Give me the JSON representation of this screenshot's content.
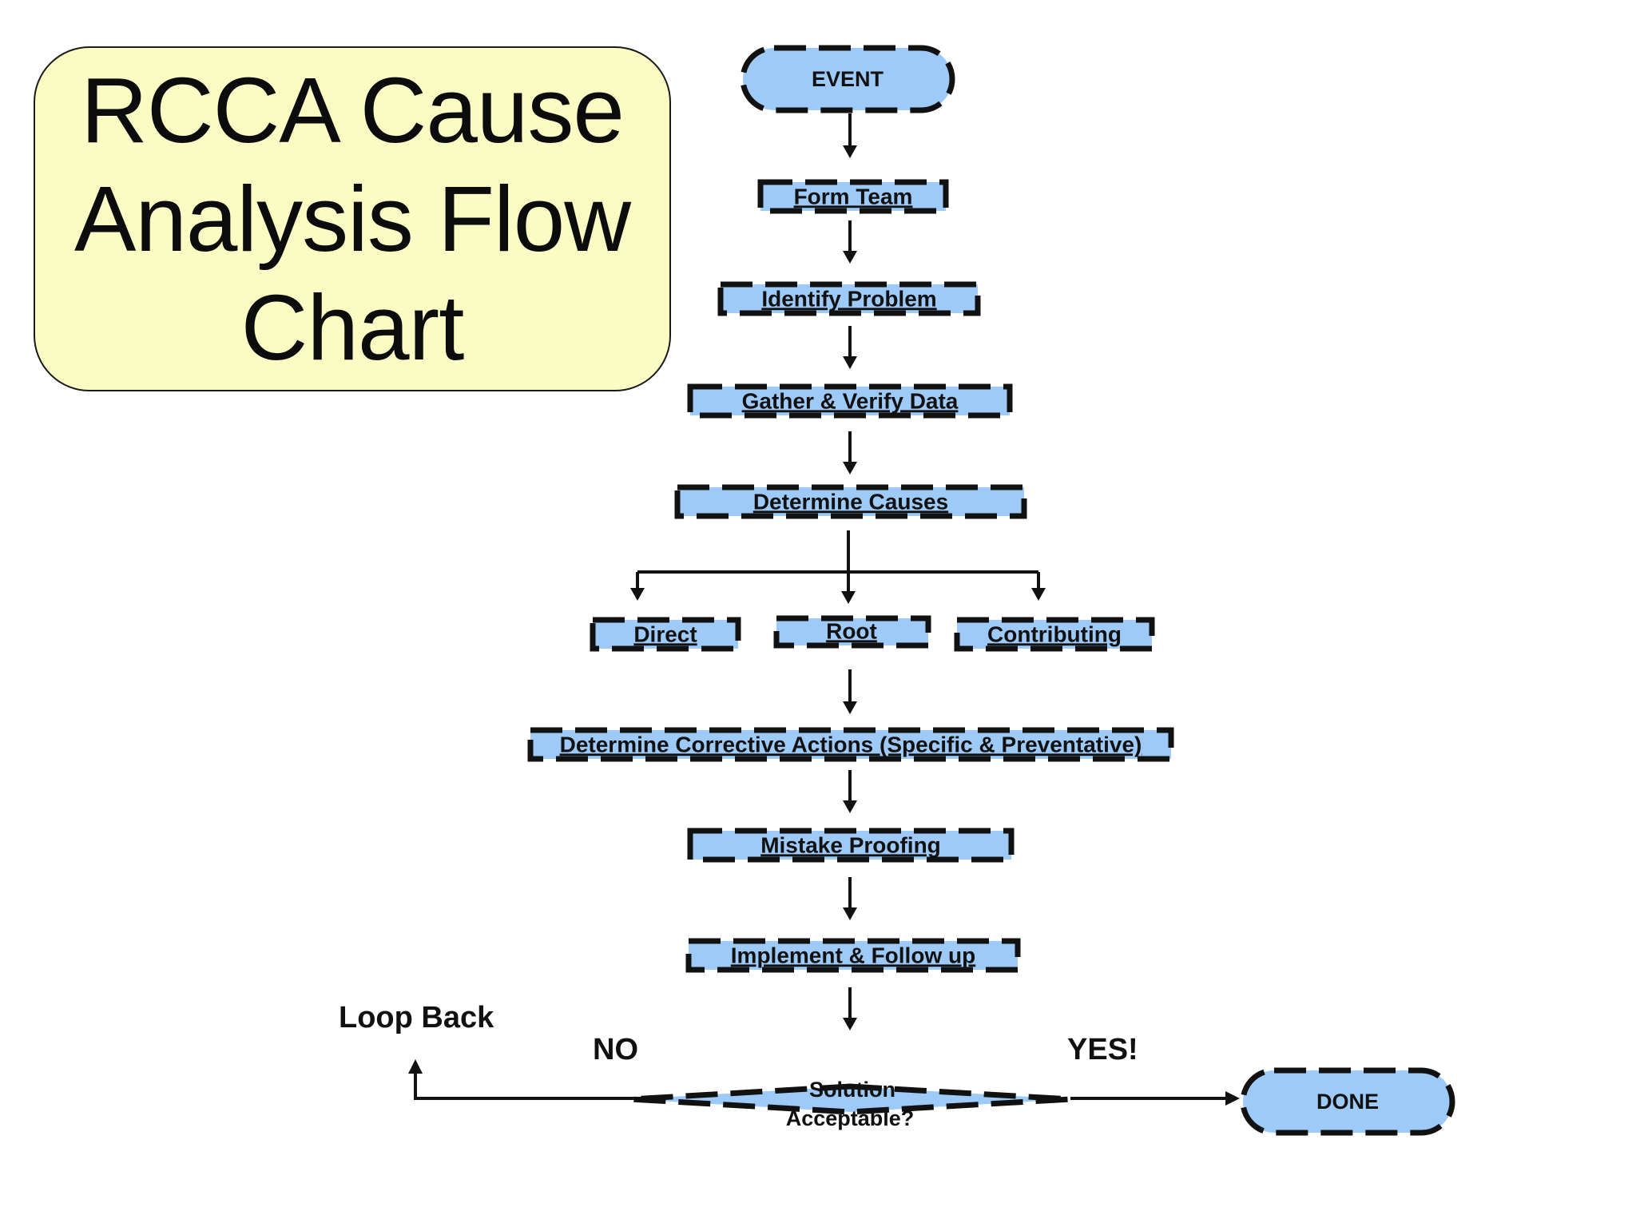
{
  "title": "RCCA Cause Analysis Flow Chart",
  "colors": {
    "node_fill": "#9ecaf8",
    "title_box_fill": "#fbfcc3",
    "border": "#111111"
  },
  "nodes": {
    "event": "EVENT",
    "form_team": "Form Team",
    "identify_problem": "Identify Problem",
    "gather_verify": "Gather & Verify Data",
    "determine_causes": "Determine Causes",
    "direct": "Direct",
    "root": "Root",
    "contributing": "Contributing",
    "corrective_actions": "Determine Corrective Actions (Specific & Preventative)",
    "mistake_proofing": "Mistake Proofing",
    "implement": "Implement & Follow up",
    "decision_line1": "Solution",
    "decision_line2": "Acceptable?",
    "done": "DONE"
  },
  "labels": {
    "loop_back": "Loop Back",
    "no": "NO",
    "yes": "YES!"
  }
}
